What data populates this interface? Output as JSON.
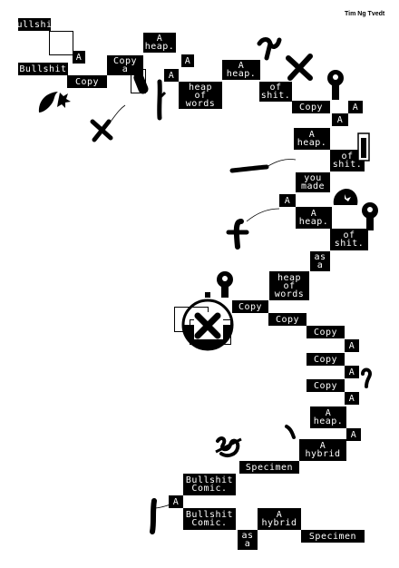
{
  "author": "Tim Ng Tvedt",
  "cells": [
    {
      "id": "c1",
      "text": "Bullshit"
    },
    {
      "id": "c2",
      "text": "A"
    },
    {
      "id": "c3",
      "text": "Bullshit"
    },
    {
      "id": "c4",
      "text": "Copy"
    },
    {
      "id": "c5",
      "text": "Copy\na"
    },
    {
      "id": "c6",
      "text": "A\nheap."
    },
    {
      "id": "c7",
      "text": "A"
    },
    {
      "id": "c8",
      "text": "A"
    },
    {
      "id": "c9",
      "text": "heap\nof\nwords"
    },
    {
      "id": "c10",
      "text": "A\nheap."
    },
    {
      "id": "c11",
      "text": "of\nshit."
    },
    {
      "id": "c12",
      "text": "Copy"
    },
    {
      "id": "c13",
      "text": "A"
    },
    {
      "id": "c14",
      "text": "A"
    },
    {
      "id": "c15",
      "text": "A\nheap."
    },
    {
      "id": "c16",
      "text": "of\nshit."
    },
    {
      "id": "c17",
      "text": "you\nmade"
    },
    {
      "id": "c18",
      "text": "A"
    },
    {
      "id": "c19",
      "text": "A\nheap."
    },
    {
      "id": "c20",
      "text": "of\nshit."
    },
    {
      "id": "c21",
      "text": "as\na"
    },
    {
      "id": "c22",
      "text": "heap\nof\nwords"
    },
    {
      "id": "c23",
      "text": "Copy"
    },
    {
      "id": "c24",
      "text": "Copy"
    },
    {
      "id": "c25",
      "text": "Copy"
    },
    {
      "id": "c26",
      "text": "A"
    },
    {
      "id": "c27",
      "text": "Copy"
    },
    {
      "id": "c28",
      "text": "A"
    },
    {
      "id": "c29",
      "text": "Copy"
    },
    {
      "id": "c30",
      "text": "A"
    },
    {
      "id": "c31",
      "text": "A\nheap."
    },
    {
      "id": "c32",
      "text": "A"
    },
    {
      "id": "c33",
      "text": "A\nhybrid"
    },
    {
      "id": "c34",
      "text": "Specimen"
    },
    {
      "id": "c35",
      "text": "Bullshit\nComic."
    },
    {
      "id": "c36",
      "text": "A"
    },
    {
      "id": "c37",
      "text": "Bullshit\nComic."
    },
    {
      "id": "c38",
      "text": "A\nhybrid"
    },
    {
      "id": "c39",
      "text": "as\na"
    },
    {
      "id": "c40",
      "text": "Specimen"
    }
  ]
}
